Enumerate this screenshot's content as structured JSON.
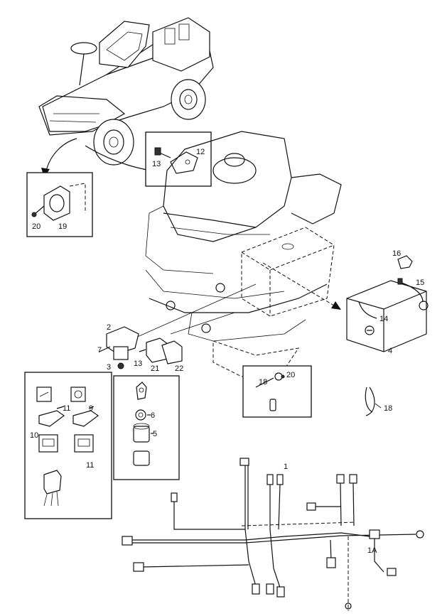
{
  "callouts": {
    "c1": "1",
    "c1a": "1A",
    "c2": "2",
    "c3": "3",
    "c4": "4",
    "c5": "5",
    "c6": "6",
    "c7": "7",
    "c9": "9",
    "c10": "10",
    "c11a": "11",
    "c11b": "11",
    "c12": "12",
    "c13a": "13",
    "c13b": "13",
    "c14": "14",
    "c15": "15",
    "c16": "16",
    "c18a": "18",
    "c18b": "18",
    "c19": "19",
    "c20a": "20",
    "c20b": "20",
    "c21": "21",
    "c22": "22"
  }
}
